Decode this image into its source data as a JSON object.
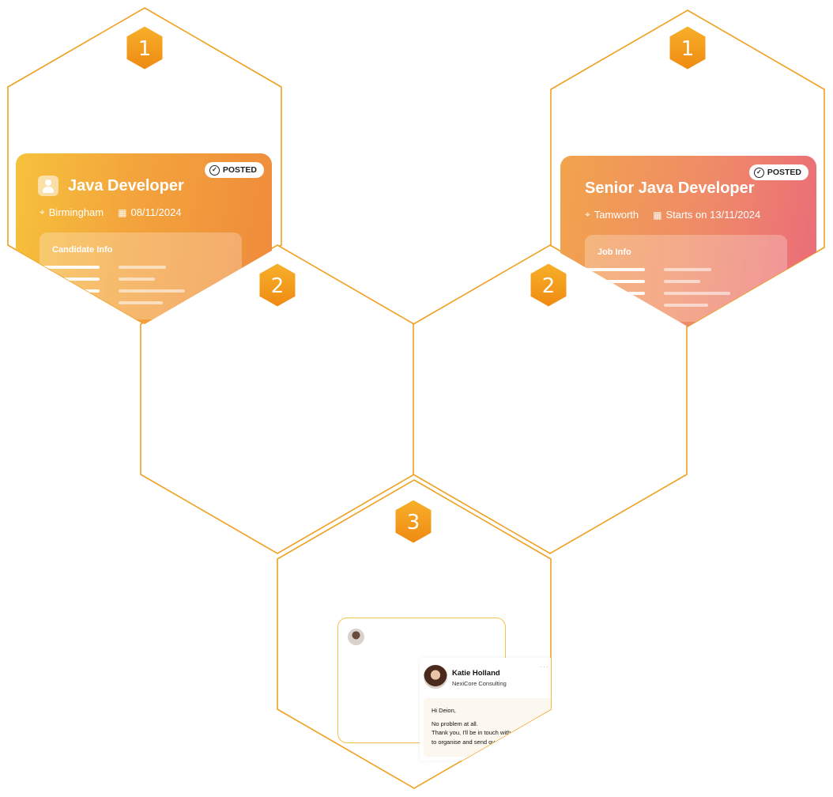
{
  "badges": {
    "step1_left": "1",
    "step1_right": "1",
    "step2_left": "2",
    "step2_right": "2",
    "step3": "3"
  },
  "candidate_card": {
    "status": "POSTED",
    "title": "Java Developer",
    "location": "Birmingham",
    "date": "08/11/2024",
    "section_title": "Candidate Info"
  },
  "job_card": {
    "status": "POSTED",
    "title": "Senior Java Developer",
    "location": "Tamworth",
    "start": "Starts on 13/11/2024",
    "section_title": "Job Info"
  },
  "chat": {
    "sender_name": "Katie Holland",
    "sender_company": "NexiCore Consulting",
    "greeting": "Hi Deion,",
    "line1": "No problem at all.",
    "line2": "Thank you, I'll be in touch with",
    "line3": "to organise and send over"
  },
  "colors": {
    "hex_stroke": "#f0a020",
    "badge_orange": "#f39b1a"
  },
  "icons": [
    "check-icon",
    "person-icon",
    "location-pin-icon",
    "calendar-icon",
    "avatar"
  ]
}
